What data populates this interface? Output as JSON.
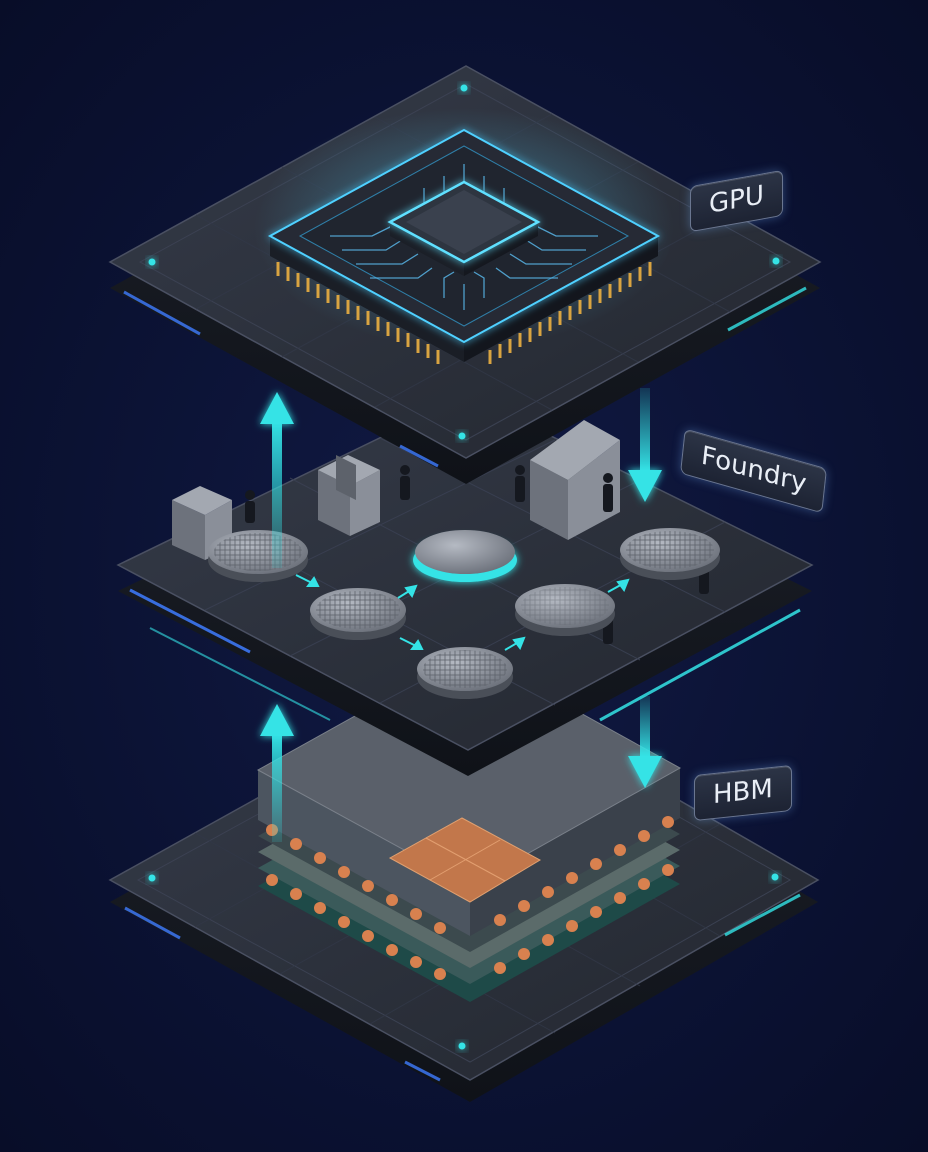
{
  "layers": [
    {
      "id": "gpu",
      "label": "GPU"
    },
    {
      "id": "foundry",
      "label": "Foundry"
    },
    {
      "id": "hbm",
      "label": "HBM"
    }
  ],
  "colors": {
    "background": "#0b1233",
    "platform_top": "#2a2f3b",
    "platform_edge": "#15181f",
    "accent_cyan": "#34e3e6",
    "accent_blue": "#3f7cff",
    "gold_pins": "#d9a441",
    "copper": "#d8814f",
    "wafer": "#8a8f99"
  },
  "icons": [
    "gpu-chip-icon",
    "wafer-icon",
    "worker-silhouette-icon",
    "machine-icon",
    "hbm-stack-icon",
    "arrow-up-icon",
    "arrow-down-icon"
  ]
}
